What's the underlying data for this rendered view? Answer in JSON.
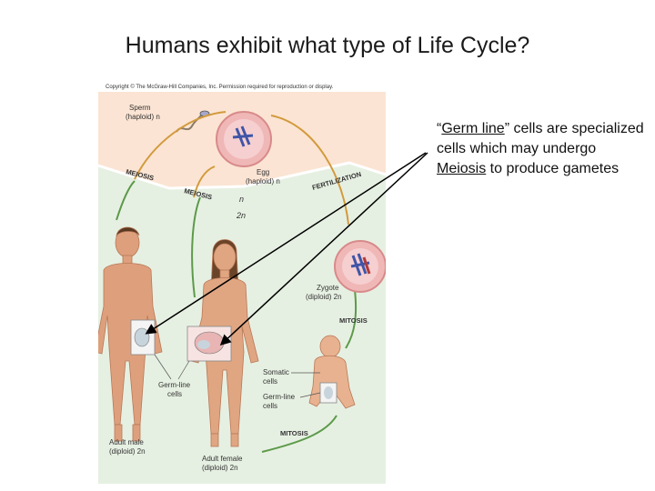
{
  "slide": {
    "title": "Humans exhibit what type of Life Cycle?"
  },
  "figure": {
    "copyright": "Copyright © The McGraw-Hill Companies, Inc. Permission required for reproduction or display.",
    "labels": {
      "sperm": "Sperm",
      "sperm_ploidy": "(haploid) n",
      "egg": "Egg",
      "egg_ploidy": "(haploid) n",
      "meiosis_left": "MEIOSIS",
      "meiosis_center": "MEIOSIS",
      "fertilization": "FERTILIZATION",
      "n": "n",
      "two_n": "2n",
      "zygote": "Zygote",
      "zygote_ploidy": "(diploid) 2n",
      "mitosis_right": "MITOSIS",
      "somatic_cells": "Somatic",
      "somatic_cells_2": "cells",
      "germline_cells_baby": "Germ-line",
      "germline_cells_baby_2": "cells",
      "germline_cells_adult": "Germ-line",
      "germline_cells_adult_2": "cells",
      "mitosis_bottom": "MITOSIS",
      "adult_male": "Adult male",
      "adult_male_ploidy": "(diploid) 2n",
      "adult_female": "Adult female",
      "adult_female_ploidy": "(diploid) 2n"
    }
  },
  "annotation": {
    "quote_open": "“",
    "germ_line": "Germ line",
    "quote_rest": "” cells are specialized cells which may undergo ",
    "meiosis": "Meiosis",
    "tail": " to produce gametes"
  },
  "colors": {
    "haploid_bg": "#fbe5d4",
    "diploid_bg": "#e3efe0",
    "arrow_orange": "#d29a3c",
    "arrow_green": "#5c9a4a",
    "skin": "#e0a07c"
  }
}
